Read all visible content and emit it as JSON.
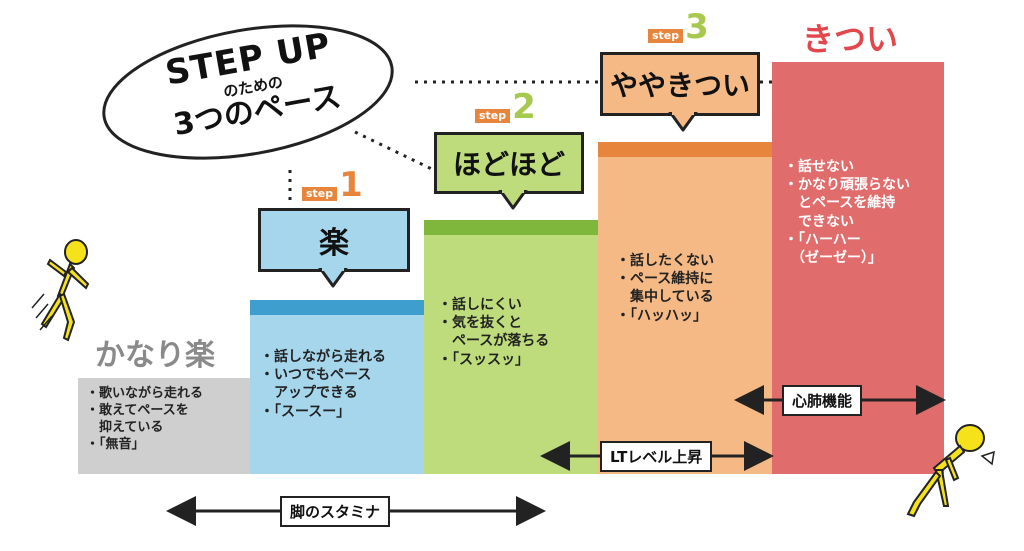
{
  "intro": {
    "title_line1": "STEP UP",
    "title_line2": "のための",
    "title_line3": "3つのペース"
  },
  "columns": [
    {
      "id": "very-easy",
      "heading": "かなり楽",
      "bullets": [
        "・歌いながら走れる",
        "・敢えてペースを",
        "　抑えている",
        "・「無音」"
      ],
      "color": "#cfcfcf"
    },
    {
      "id": "easy",
      "step_word": "step",
      "step_num": "1",
      "heading": "楽",
      "bullets": [
        "・話しながら走れる",
        "・いつでもペース",
        "　アップできる",
        "・「スースー」"
      ],
      "color": "#a6d6ec",
      "bar_color": "#3e9fcf"
    },
    {
      "id": "moderate",
      "step_word": "step",
      "step_num": "2",
      "heading": "ほどほど",
      "bullets": [
        "・話しにくい",
        "・気を抜くと",
        "　ペースが落ちる",
        "・「スッスッ」"
      ],
      "color": "#bfdc7d",
      "bar_color": "#7fb73c"
    },
    {
      "id": "somewhat-hard",
      "step_word": "step",
      "step_num": "3",
      "heading": "ややきつい",
      "bullets": [
        "・話したくない",
        "・ペース維持に",
        "　集中している",
        "・「ハッハッ」"
      ],
      "color": "#f4b985",
      "bar_color": "#e8853d"
    },
    {
      "id": "hard",
      "heading": "きつい",
      "bullets": [
        "・話せない",
        "・かなり頑張らない",
        "　とペースを維持",
        "　できない",
        "・「ハーハー",
        "　（ゼーゼー）」"
      ],
      "color": "#e06c6c"
    }
  ],
  "arrows": {
    "stamina": "脚のスタミナ",
    "lt_level": "LTレベル上昇",
    "cardio": "心肺機能"
  },
  "colors": {
    "step_tag": "#e8853d",
    "heading_gray": "#8a8a8a",
    "heading_red": "#e2474d",
    "figure_yellow": "#f5e21b",
    "step1_num": "#e8853d",
    "step2_num": "#a8c94f",
    "step3_num": "#a8c94f"
  }
}
